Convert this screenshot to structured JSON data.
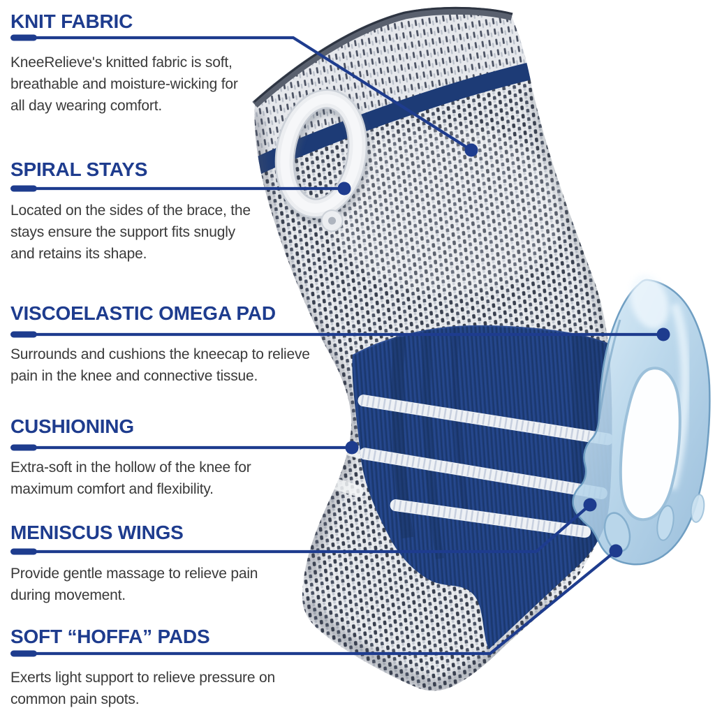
{
  "colors": {
    "accent_navy": "#1e3c8e",
    "body_text": "#3a3a3a",
    "fabric_navy": "#20407f",
    "fabric_light_gray": "#e7e9ec",
    "gel_pad_blue": "#aecfe6",
    "background": "#ffffff"
  },
  "figure": {
    "parts": [
      "knitted-knee-brace",
      "navy-patella-zone",
      "spiral-stay-ring",
      "viscoelastic-gel-pad"
    ]
  },
  "callouts": [
    {
      "title": "KNIT FABRIC",
      "description": "KneeRelieve's knitted fabric is soft,\nbreathable and moisture-wicking for\nall day wearing comfort."
    },
    {
      "title": "SPIRAL STAYS",
      "description": "Located on the sides of the brace, the\nstays ensure the support fits snugly\nand retains its shape."
    },
    {
      "title": "VISCOELASTIC OMEGA PAD",
      "description": "Surrounds and cushions the kneecap to relieve\npain in the knee and connective tissue."
    },
    {
      "title": "CUSHIONING",
      "description": "Extra-soft in the hollow of the knee for\nmaximum comfort and flexibility."
    },
    {
      "title": "MENISCUS WINGS",
      "description": "Provide gentle massage to relieve pain\nduring movement."
    },
    {
      "title": "SOFT “HOFFA” PADS",
      "description": "Exerts light support to relieve pressure on\ncommon pain spots."
    }
  ]
}
